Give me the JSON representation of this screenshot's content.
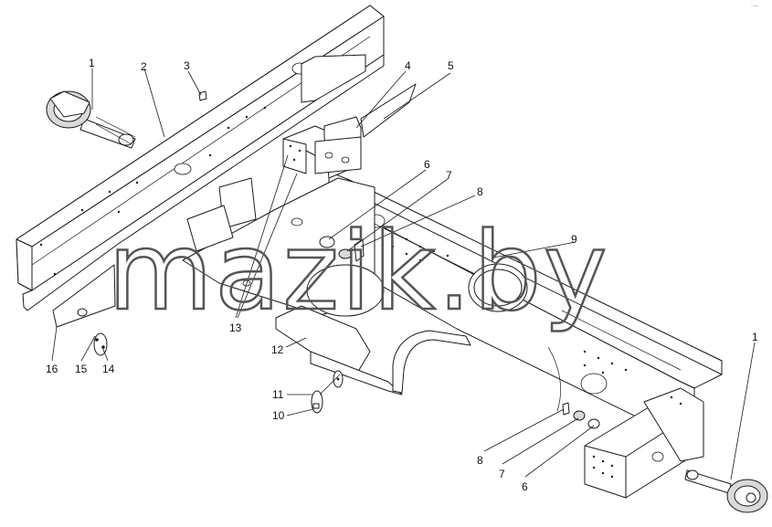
{
  "watermark": {
    "text": "mazik.by"
  },
  "corner_mark": "·—",
  "callouts": [
    {
      "id": "c1-top",
      "label": "1"
    },
    {
      "id": "c2",
      "label": "2"
    },
    {
      "id": "c3",
      "label": "3"
    },
    {
      "id": "c4",
      "label": "4"
    },
    {
      "id": "c5",
      "label": "5"
    },
    {
      "id": "c6-top",
      "label": "6"
    },
    {
      "id": "c7-top",
      "label": "7"
    },
    {
      "id": "c8-top",
      "label": "8"
    },
    {
      "id": "c9",
      "label": "9"
    },
    {
      "id": "c1-bottom",
      "label": "1"
    },
    {
      "id": "c13",
      "label": "13"
    },
    {
      "id": "c12",
      "label": "12"
    },
    {
      "id": "c11",
      "label": "11"
    },
    {
      "id": "c10",
      "label": "10"
    },
    {
      "id": "c16",
      "label": "16"
    },
    {
      "id": "c15",
      "label": "15"
    },
    {
      "id": "c14",
      "label": "14"
    },
    {
      "id": "c8-bottom",
      "label": "8"
    },
    {
      "id": "c7-bottom",
      "label": "7"
    },
    {
      "id": "c6-bottom",
      "label": "6"
    }
  ]
}
